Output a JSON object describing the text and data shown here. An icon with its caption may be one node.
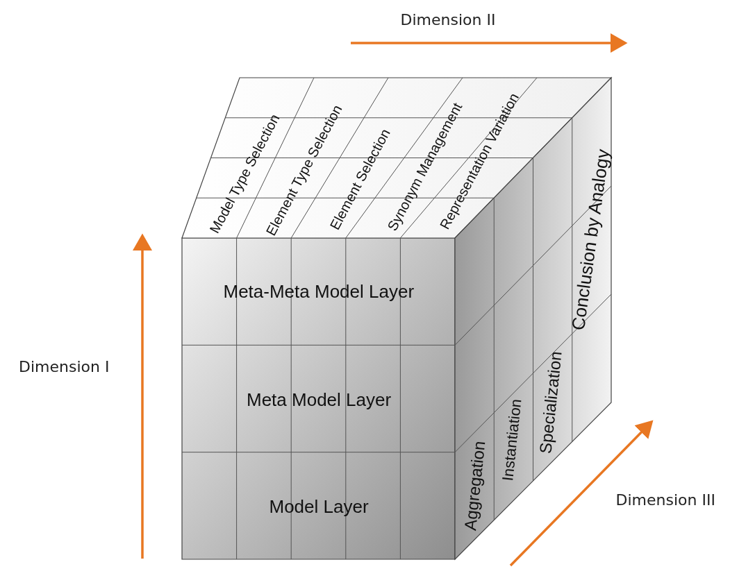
{
  "diagram": {
    "labels": [
      "Dimension II",
      "Model Type Selection",
      "Element Type Selection",
      "Element Selection",
      "Synonym Management",
      "Representation Variation",
      "Conclusion by Analogy",
      "Meta-Meta Model Layer",
      "Dimension I",
      "Meta Model Layer",
      "Aggregation",
      "Instantiation",
      "Specialization",
      "Model Layer",
      "Dimension III"
    ]
  }
}
